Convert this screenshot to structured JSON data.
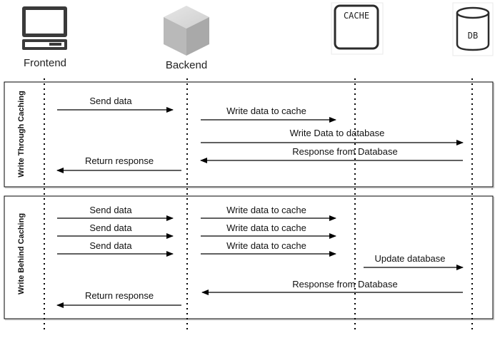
{
  "actors": {
    "frontend": "Frontend",
    "backend": "Backend",
    "cache": "CACHE",
    "db": "DB"
  },
  "sections": {
    "write_through": {
      "title": "Write Through Caching",
      "messages": [
        {
          "text": "Send data",
          "from": "frontend",
          "to": "backend"
        },
        {
          "text": "Write data to cache",
          "from": "backend",
          "to": "cache"
        },
        {
          "text": "Write Data to database",
          "from": "backend",
          "to": "db"
        },
        {
          "text": "Response from Database",
          "from": "db",
          "to": "backend"
        },
        {
          "text": "Return response",
          "from": "backend",
          "to": "frontend"
        }
      ]
    },
    "write_behind": {
      "title": "Write Behind Caching",
      "messages": [
        {
          "text": "Send data",
          "from": "frontend",
          "to": "backend"
        },
        {
          "text": "Send data",
          "from": "frontend",
          "to": "backend"
        },
        {
          "text": "Send data",
          "from": "frontend",
          "to": "backend"
        },
        {
          "text": "Write data to cache",
          "from": "backend",
          "to": "cache"
        },
        {
          "text": "Write data to cache",
          "from": "backend",
          "to": "cache"
        },
        {
          "text": "Write data to cache",
          "from": "backend",
          "to": "cache"
        },
        {
          "text": "Update database",
          "from": "cache",
          "to": "db"
        },
        {
          "text": "Response from Database",
          "from": "db",
          "to": "backend"
        },
        {
          "text": "Return response",
          "from": "backend",
          "to": "frontend"
        }
      ]
    }
  }
}
